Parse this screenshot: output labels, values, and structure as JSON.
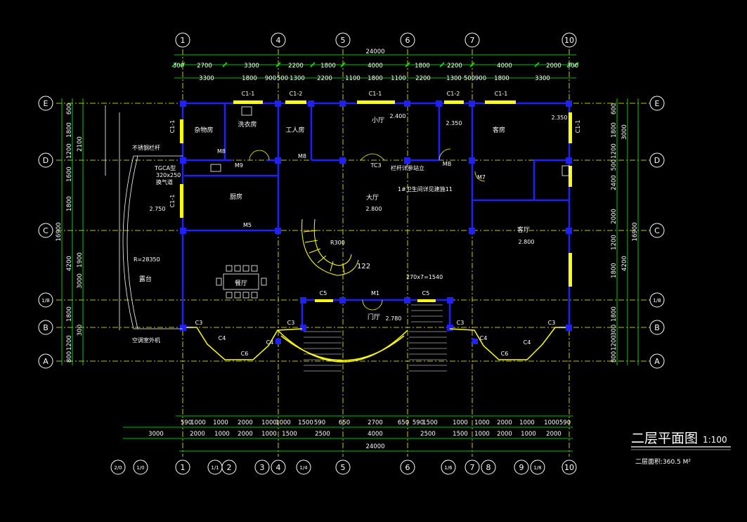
{
  "grid_top": [
    "1",
    "4",
    "5",
    "6",
    "7",
    "10"
  ],
  "grid_bottom": [
    "2/0",
    "1/0",
    "1",
    "1/1",
    "2",
    "3",
    "4",
    "1/4",
    "5",
    "6",
    "1/6",
    "7",
    "8",
    "9",
    "1/8",
    "10"
  ],
  "grid_rows": [
    "E",
    "D",
    "C",
    "1/B",
    "B",
    "A"
  ],
  "total_width": "24000",
  "total_depth": "16900",
  "dims_top_1": [
    "300",
    "2700",
    "3300",
    "2200",
    "1800",
    "4000",
    "1800",
    "2200",
    "4000",
    "2000",
    "300"
  ],
  "dims_top_2": [
    "3300",
    "1800",
    "900",
    "500",
    "1300",
    "2200",
    "1100",
    "1800",
    "1100",
    "2200",
    "1300",
    "500",
    "900",
    "1800",
    "3300"
  ],
  "dims_bottom_1": [
    "590",
    "1000",
    "1000",
    "2000",
    "1000",
    "1000",
    "1500",
    "590",
    "650",
    "2700",
    "650",
    "590",
    "1500",
    "1000",
    "1000",
    "2000",
    "1000",
    "1000",
    "590"
  ],
  "dims_bottom_2": [
    "3000",
    "2000",
    "1000",
    "2000",
    "1000",
    "1500",
    "2500",
    "4000",
    "2500",
    "1500",
    "1000",
    "2000",
    "1000",
    "2000"
  ],
  "dims_left": [
    "600",
    "1800",
    "1200",
    "1600",
    "1800",
    "2100",
    "4200",
    "3000",
    "1900",
    "1800",
    "300",
    "1200",
    "800"
  ],
  "dims_right": [
    "600",
    "1800",
    "1200",
    "500",
    "2400",
    "2000",
    "1200",
    "1800",
    "4200",
    "3000",
    "1800",
    "300",
    "1200",
    "800"
  ],
  "rooms": {
    "storage": "杂物房",
    "laundry": "洗衣房",
    "maid": "工人房",
    "small_hall": "小厅",
    "guest": "客房",
    "kitchen": "厨房",
    "hall": "大厅",
    "living": "客厅",
    "dining": "餐厅",
    "terrace": "露台",
    "entry": "门厅"
  },
  "levels": {
    "small_hall": "2.400",
    "maid": "2.350",
    "guest": "2.350",
    "hall": "2.800",
    "living": "2.800",
    "terrace": "2.750",
    "entry": "2.780"
  },
  "door_labels": [
    "M9",
    "M8",
    "M8",
    "M5",
    "M7",
    "M1",
    "MB",
    "TC3"
  ],
  "window_labels": [
    "C1-1",
    "C1-2",
    "C1-1",
    "C1-2",
    "C1-1",
    "C1-1",
    "C1-1",
    "C1-1",
    "C5",
    "C5",
    "C3",
    "C3",
    "C3",
    "C3",
    "C4",
    "C4",
    "C4",
    "C4",
    "C6",
    "C6"
  ],
  "notes": {
    "rail": "不锈钢栏杆",
    "vent": "TGCA型",
    "vent_size": "320x250",
    "vent_note": "换气道",
    "stair_note": "1#卫生间详见建施11",
    "stair_r": "R300",
    "radius": "R=28350",
    "ac": "空调室外机",
    "detail": "栏杆详参站立",
    "stair_count": "122",
    "tread": "270x7=1540"
  },
  "title": "二层平面图",
  "scale": "1:100",
  "area": "二层面积:360.5 M²"
}
